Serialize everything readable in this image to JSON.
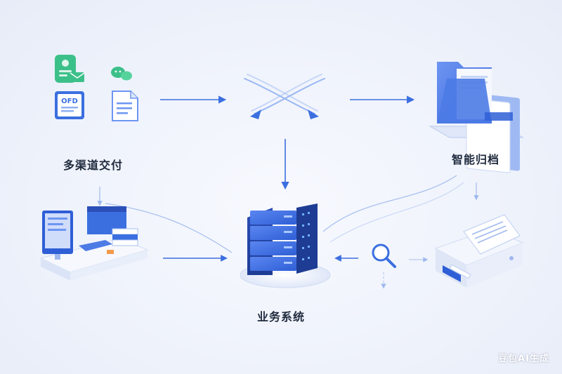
{
  "labels": {
    "multichannel": "多渠道交付",
    "archiving": "智能归档",
    "business_system": "业务系统"
  },
  "icons": {
    "ofd_doc_text": "OFD"
  },
  "watermark": "豆包AI生成",
  "colors": {
    "primary_blue": "#3b6fe0",
    "light_blue": "#8fb0f3",
    "green_accent": "#3cc08a",
    "background": "#eef2fb"
  }
}
